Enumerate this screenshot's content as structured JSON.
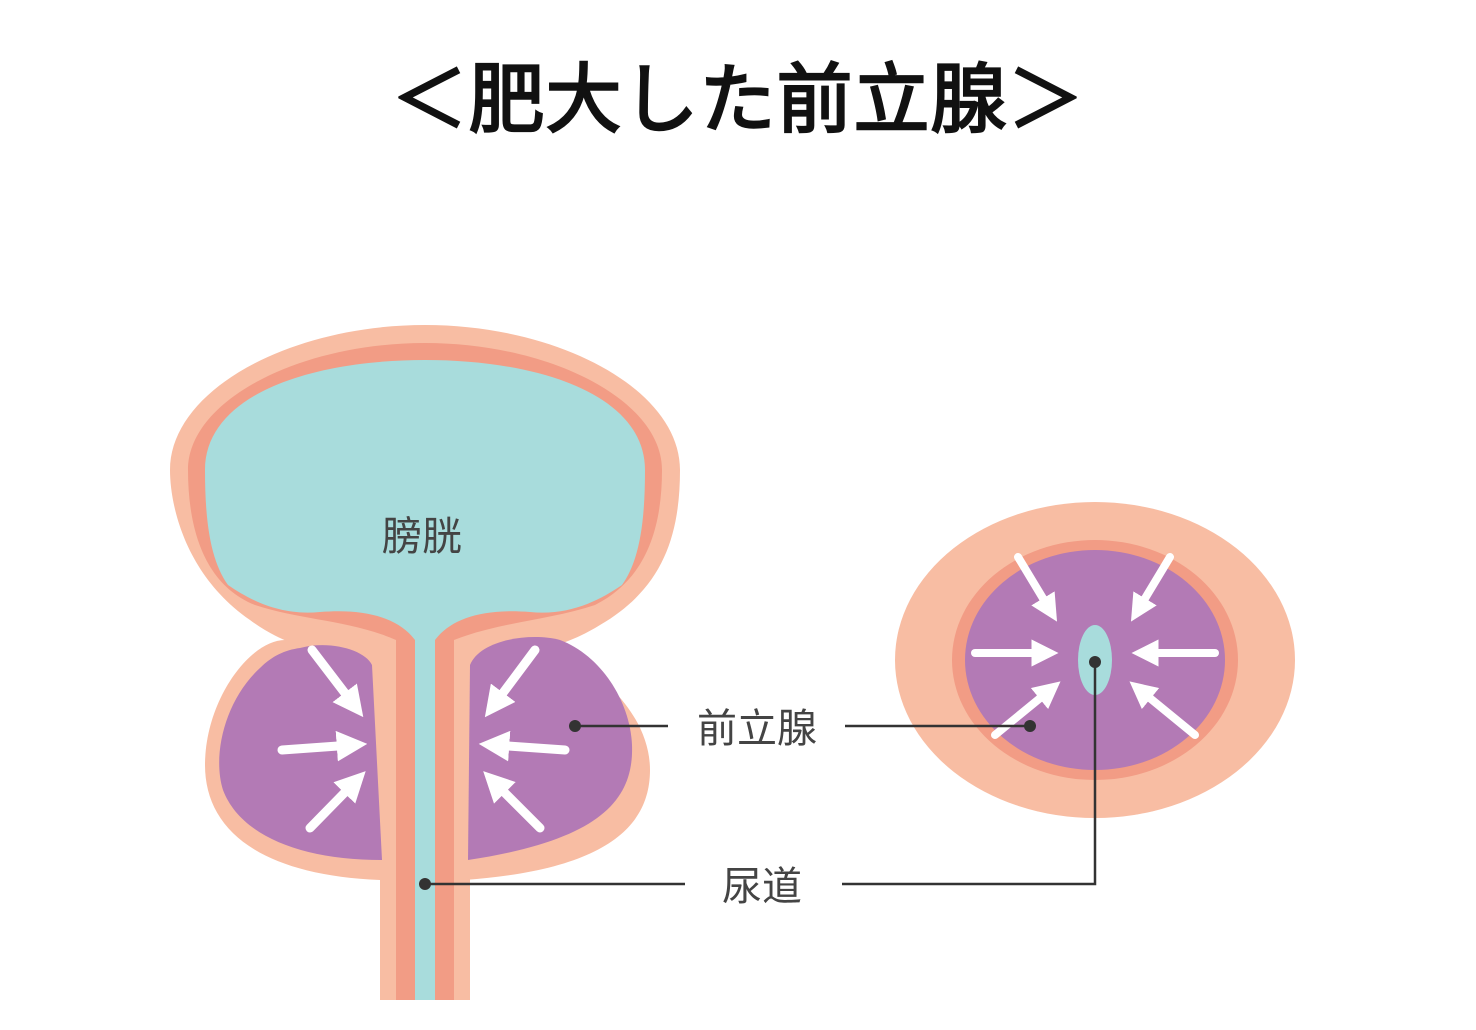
{
  "title": "＜肥大した前立腺＞",
  "labels": {
    "bladder": "膀胱",
    "prostate": "前立腺",
    "urethra": "尿道"
  },
  "colors": {
    "outer_wall": "#f8bda3",
    "inner_wall": "#f29c85",
    "bladder_fill": "#a8dcdc",
    "prostate_fill": "#b37ab5",
    "leader_line": "#333333",
    "arrows": "#ffffff"
  }
}
